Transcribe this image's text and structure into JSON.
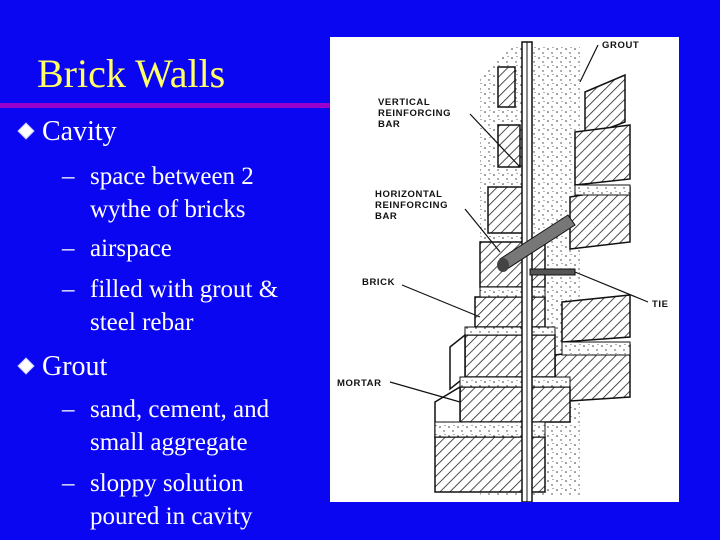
{
  "slide": {
    "title": "Brick Walls",
    "bullets": [
      {
        "label": "Cavity",
        "items": [
          "space between 2 wythe of bricks",
          "airspace",
          "filled with grout & steel rebar"
        ],
        "lines": [
          [
            "space between 2",
            "wythe of bricks"
          ],
          [
            "airspace"
          ],
          [
            "filled with grout &",
            "steel rebar"
          ]
        ]
      },
      {
        "label": "Grout",
        "items": [
          "sand, cement, and small aggregate",
          "sloppy solution poured in cavity"
        ],
        "lines": [
          [
            "sand, cement, and",
            "small aggregate"
          ],
          [
            "sloppy solution",
            "poured in cavity"
          ]
        ]
      }
    ],
    "dash": "–"
  },
  "figure": {
    "labels": {
      "grout": "GROUT",
      "vertical_bar": [
        "VERTICAL",
        "REINFORCING",
        "BAR"
      ],
      "horizontal_bar": [
        "HORIZONTAL",
        "REINFORCING",
        "BAR"
      ],
      "brick": "BRICK",
      "tie": "TIE",
      "mortar": "MORTAR"
    }
  },
  "colors": {
    "background": "#0b06f2",
    "title": "#ffff66",
    "rule": "#9900cc",
    "text": "#ffffff"
  }
}
